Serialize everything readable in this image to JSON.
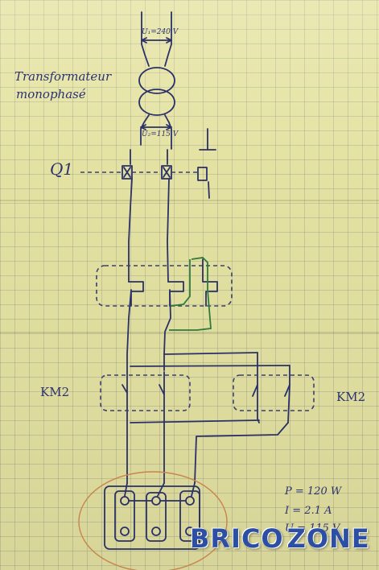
{
  "labels": {
    "primary_voltage": "U₁=240 V",
    "secondary_voltage": "U₂=115 V",
    "transformer_line1": "Transformateur",
    "transformer_line2": "monophasé",
    "breaker": "Q1",
    "contactor_left": "KM2",
    "contactor_right": "KM2",
    "spec_power": "P = 120 W",
    "spec_current": "I = 2.1 A",
    "spec_voltage": "U = 115 V"
  },
  "logo": {
    "part1": "BRICO",
    "part2": "ZONE",
    "text_color": "#2c4fa3"
  },
  "colors": {
    "ink": "#2b3168",
    "green_wire": "#2f7a3c",
    "orange_circle": "#c7844d",
    "paper": "#e4e2a2"
  }
}
